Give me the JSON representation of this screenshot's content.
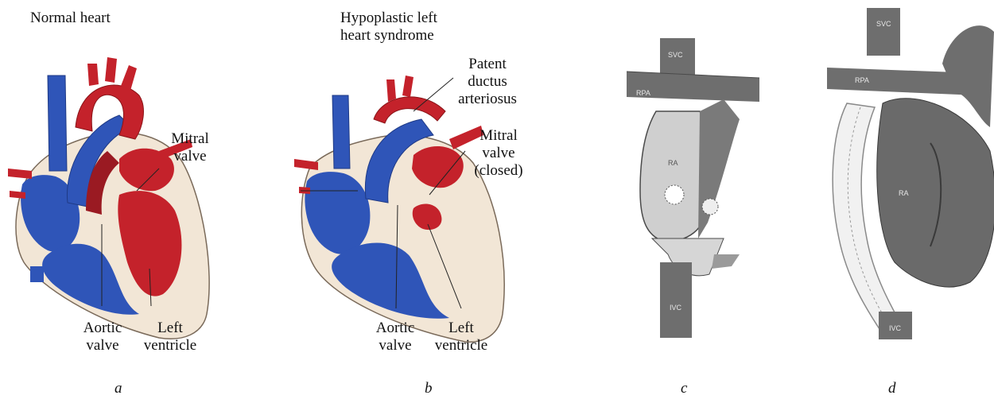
{
  "panels": {
    "a": {
      "caption": "a",
      "title": "Normal heart",
      "labels": {
        "mitral": "Mitral\nvalve",
        "aortic": "Aortic\nvalve",
        "lv": "Left\nventricle"
      }
    },
    "b": {
      "caption": "b",
      "title": "Hypoplastic left\nheart syndrome",
      "labels": {
        "pda": "Patent\nductus\narteriosus",
        "mitral": "Mitral\nvalve\n(closed)",
        "aortic": "Aortic\nvalve",
        "lv": "Left\nventricle"
      }
    },
    "c": {
      "caption": "c",
      "labels": {
        "svc": "SVC",
        "rpa": "RPA",
        "ra": "RA",
        "ivc": "IVC"
      }
    },
    "d": {
      "caption": "d",
      "labels": {
        "svc": "SVC",
        "rpa": "RPA",
        "ra": "RA",
        "ivc": "IVC"
      }
    }
  },
  "colors": {
    "blood_red": "#c4222b",
    "blood_blue": "#2f55b8",
    "wall": "#f2e6d6",
    "vessel_gray": "#6e6e6e"
  }
}
